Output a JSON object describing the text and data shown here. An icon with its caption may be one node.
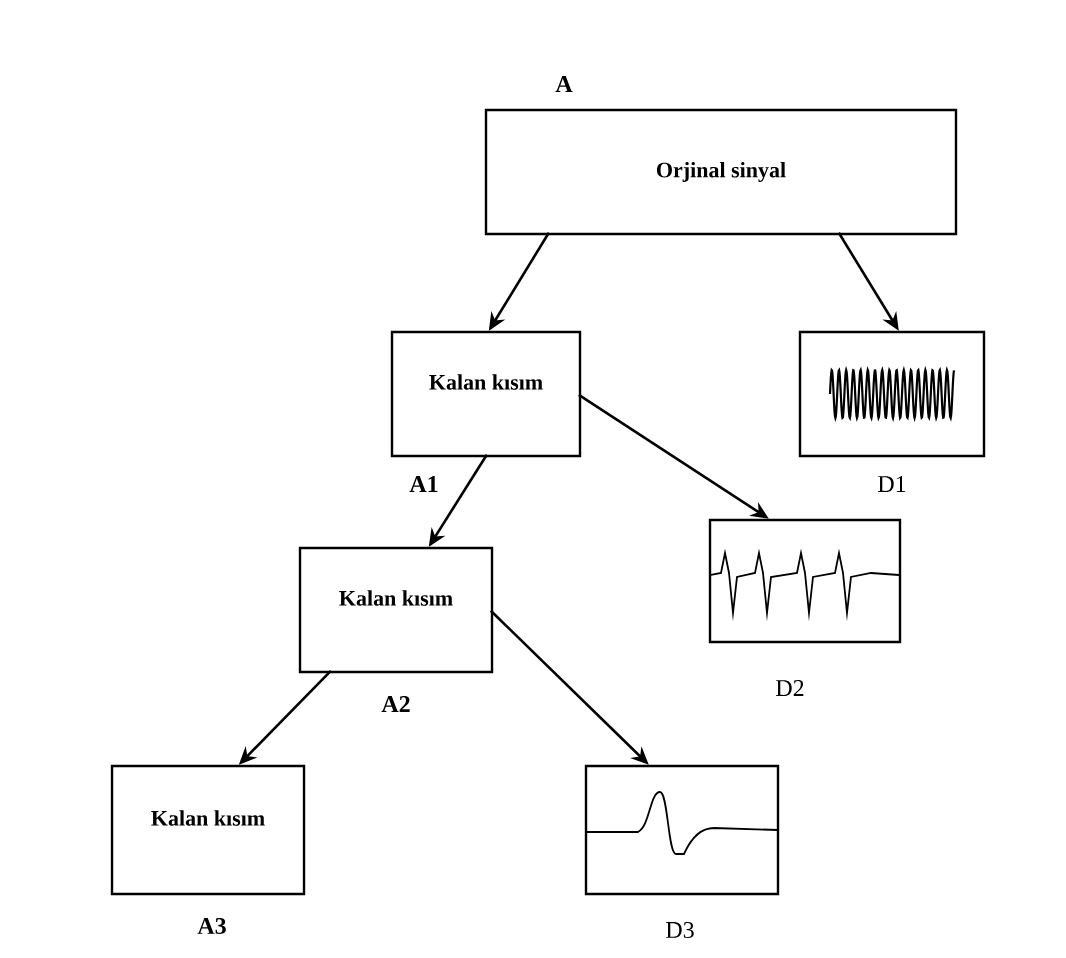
{
  "diagram": {
    "nodes": [
      {
        "text": [
          "Orjinal sinyal"
        ],
        "beside": [
          "A"
        ]
      },
      {
        "text": [
          "Kalan kısım"
        ],
        "beside": [
          "A1"
        ]
      },
      {
        "text": [],
        "shape": "picture",
        "beside": [
          "D1"
        ]
      },
      {
        "text": [],
        "shape": "picture",
        "beside": [
          "D2"
        ]
      },
      {
        "text": [
          "Kalan kısım"
        ],
        "beside": [
          "A2"
        ]
      },
      {
        "text": [
          "Kalan kısım"
        ],
        "beside": [
          "A3"
        ]
      },
      {
        "text": [],
        "shape": "picture",
        "beside": [
          "D3"
        ]
      }
    ],
    "edges": [
      {
        "from": 0,
        "to": 1,
        "arrow": "to"
      },
      {
        "from": 0,
        "to": 2,
        "arrow": "to"
      },
      {
        "from": 1,
        "to": 3,
        "arrow": "to"
      },
      {
        "from": 1,
        "to": 4,
        "arrow": "to"
      },
      {
        "from": 4,
        "to": 5,
        "arrow": "to"
      },
      {
        "from": 4,
        "to": 6,
        "arrow": "to"
      }
    ]
  }
}
